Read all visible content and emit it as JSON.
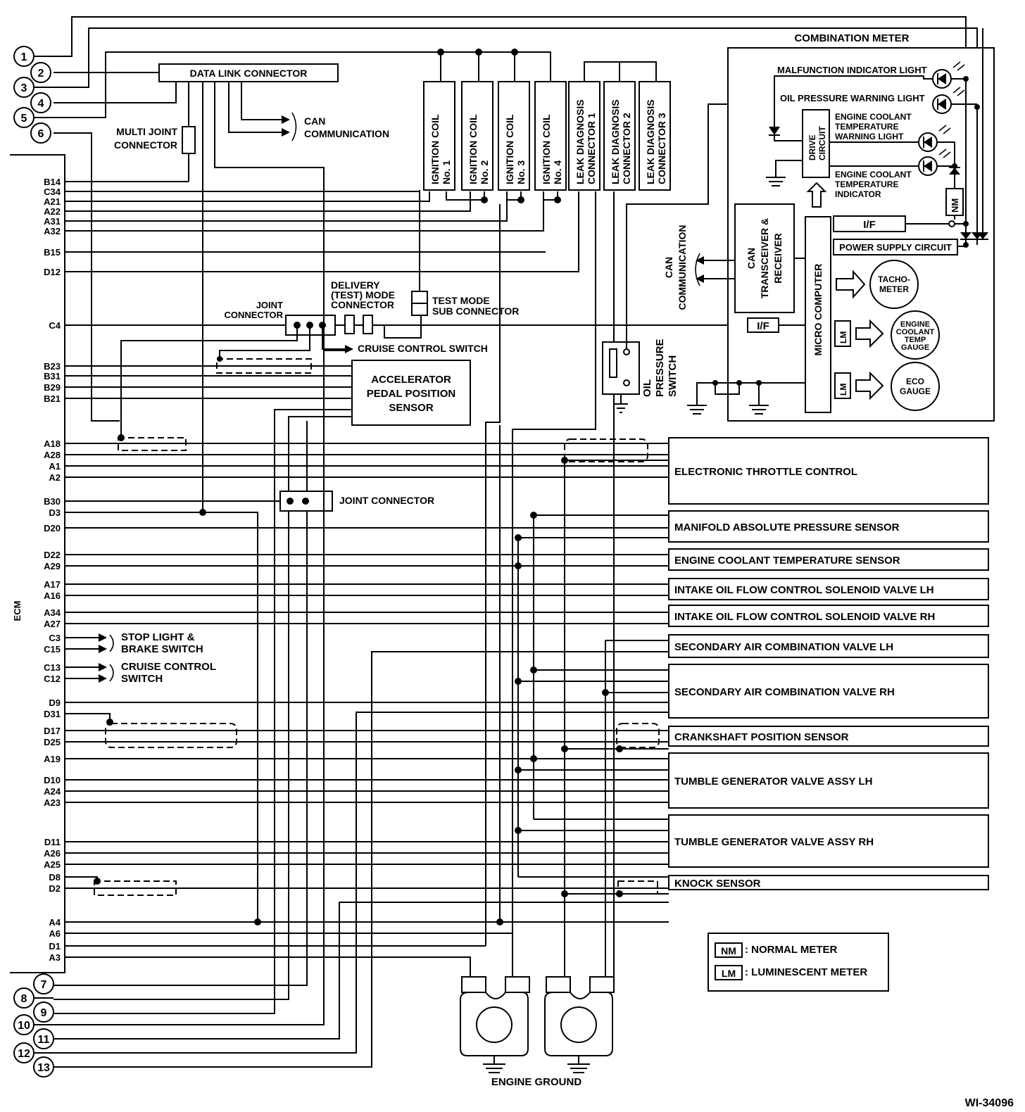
{
  "figure_id": "WI-34096",
  "circles": [
    "1",
    "2",
    "3",
    "4",
    "5",
    "6",
    "7",
    "8",
    "9",
    "10",
    "11",
    "12",
    "13"
  ],
  "ecm": {
    "label": "ECM",
    "pins": [
      "B14",
      "C34",
      "A21",
      "A22",
      "A31",
      "A32",
      "B15",
      "D12",
      "C4",
      "B23",
      "B31",
      "B29",
      "B21",
      "A18",
      "A28",
      "A1",
      "A2",
      "B30",
      "D3",
      "D20",
      "D22",
      "A29",
      "A17",
      "A16",
      "A34",
      "A27",
      "C3",
      "C15",
      "C13",
      "C12",
      "D9",
      "D31",
      "D17",
      "D25",
      "A19",
      "D10",
      "A24",
      "A23",
      "D11",
      "A26",
      "A25",
      "D8",
      "D2",
      "A4",
      "A6",
      "D1",
      "A3"
    ]
  },
  "top": {
    "data_link": "DATA LINK CONNECTOR",
    "can_comm": [
      "CAN",
      "COMMUNICATION"
    ],
    "multi_joint": [
      "MULTI JOINT",
      "CONNECTOR"
    ],
    "ignition_coils": [
      [
        "IGNITION COIL",
        "No. 1"
      ],
      [
        "IGNITION COIL",
        "No. 2"
      ],
      [
        "IGNITION COIL",
        "No. 3"
      ],
      [
        "IGNITION COIL",
        "No. 4"
      ]
    ],
    "leak_connectors": [
      [
        "LEAK DIAGNOSIS",
        "CONNECTOR 1"
      ],
      [
        "LEAK DIAGNOSIS",
        "CONNECTOR 2"
      ],
      [
        "LEAK DIAGNOSIS",
        "CONNECTOR 3"
      ]
    ]
  },
  "middle": {
    "joint_connector": [
      "JOINT",
      "CONNECTOR"
    ],
    "delivery": [
      "DELIVERY",
      "(TEST) MODE",
      "CONNECTOR"
    ],
    "test_mode": [
      "TEST MODE",
      "SUB CONNECTOR"
    ],
    "cruise_switch_arrow": "CRUISE CONTROL SWITCH",
    "accelerator": [
      "ACCELERATOR",
      "PEDAL POSITION",
      "SENSOR"
    ],
    "joint_connector2": "JOINT CONNECTOR",
    "stop_light": [
      "STOP LIGHT &",
      "BRAKE SWITCH"
    ],
    "cruise_switch": [
      "CRUISE CONTROL",
      "SWITCH"
    ],
    "oil_pressure": [
      "OIL",
      "PRESSURE",
      "SWITCH"
    ]
  },
  "meter": {
    "title": "COMBINATION METER",
    "malfunction": "MALFUNCTION INDICATOR LIGHT",
    "oil_warning": "OIL PRESSURE WARNING LIGHT",
    "coolant_warning": [
      "ENGINE COOLANT",
      "TEMPERATURE",
      "WARNING LIGHT"
    ],
    "coolant_indicator": [
      "ENGINE COOLANT",
      "TEMPERATURE",
      "INDICATOR"
    ],
    "drive_circuit": [
      "DRIVE",
      "CIRCUIT"
    ],
    "nm": "NM",
    "lm": "LM",
    "if": "I/F",
    "power_supply": "POWER SUPPLY CIRCUIT",
    "can_transceiver": [
      "CAN",
      "TRANSCEIVER &",
      "RECEIVER"
    ],
    "micro": "MICRO COMPUTER",
    "can_comm": [
      "CAN",
      "COMMUNICATION"
    ],
    "tacho": [
      "TACHO-",
      "METER"
    ],
    "coolant_gauge": [
      "ENGINE",
      "COOLANT",
      "TEMP",
      "GAUGE"
    ],
    "eco": [
      "ECO",
      "GAUGE"
    ]
  },
  "right_components": [
    "ELECTRONIC THROTTLE CONTROL",
    "MANIFOLD ABSOLUTE PRESSURE SENSOR",
    "ENGINE COOLANT TEMPERATURE SENSOR",
    "INTAKE OIL FLOW CONTROL SOLENOID VALVE LH",
    "INTAKE OIL FLOW CONTROL SOLENOID VALVE RH",
    "SECONDARY AIR COMBINATION VALVE LH",
    "SECONDARY AIR COMBINATION VALVE RH",
    "CRANKSHAFT POSITION SENSOR",
    "TUMBLE GENERATOR VALVE ASSY LH",
    "TUMBLE GENERATOR VALVE ASSY RH",
    "KNOCK SENSOR"
  ],
  "legend": {
    "nm_key": "NM",
    "nm_text": ": NORMAL METER",
    "lm_key": "LM",
    "lm_text": ": LUMINESCENT METER"
  },
  "engine_ground": "ENGINE GROUND"
}
